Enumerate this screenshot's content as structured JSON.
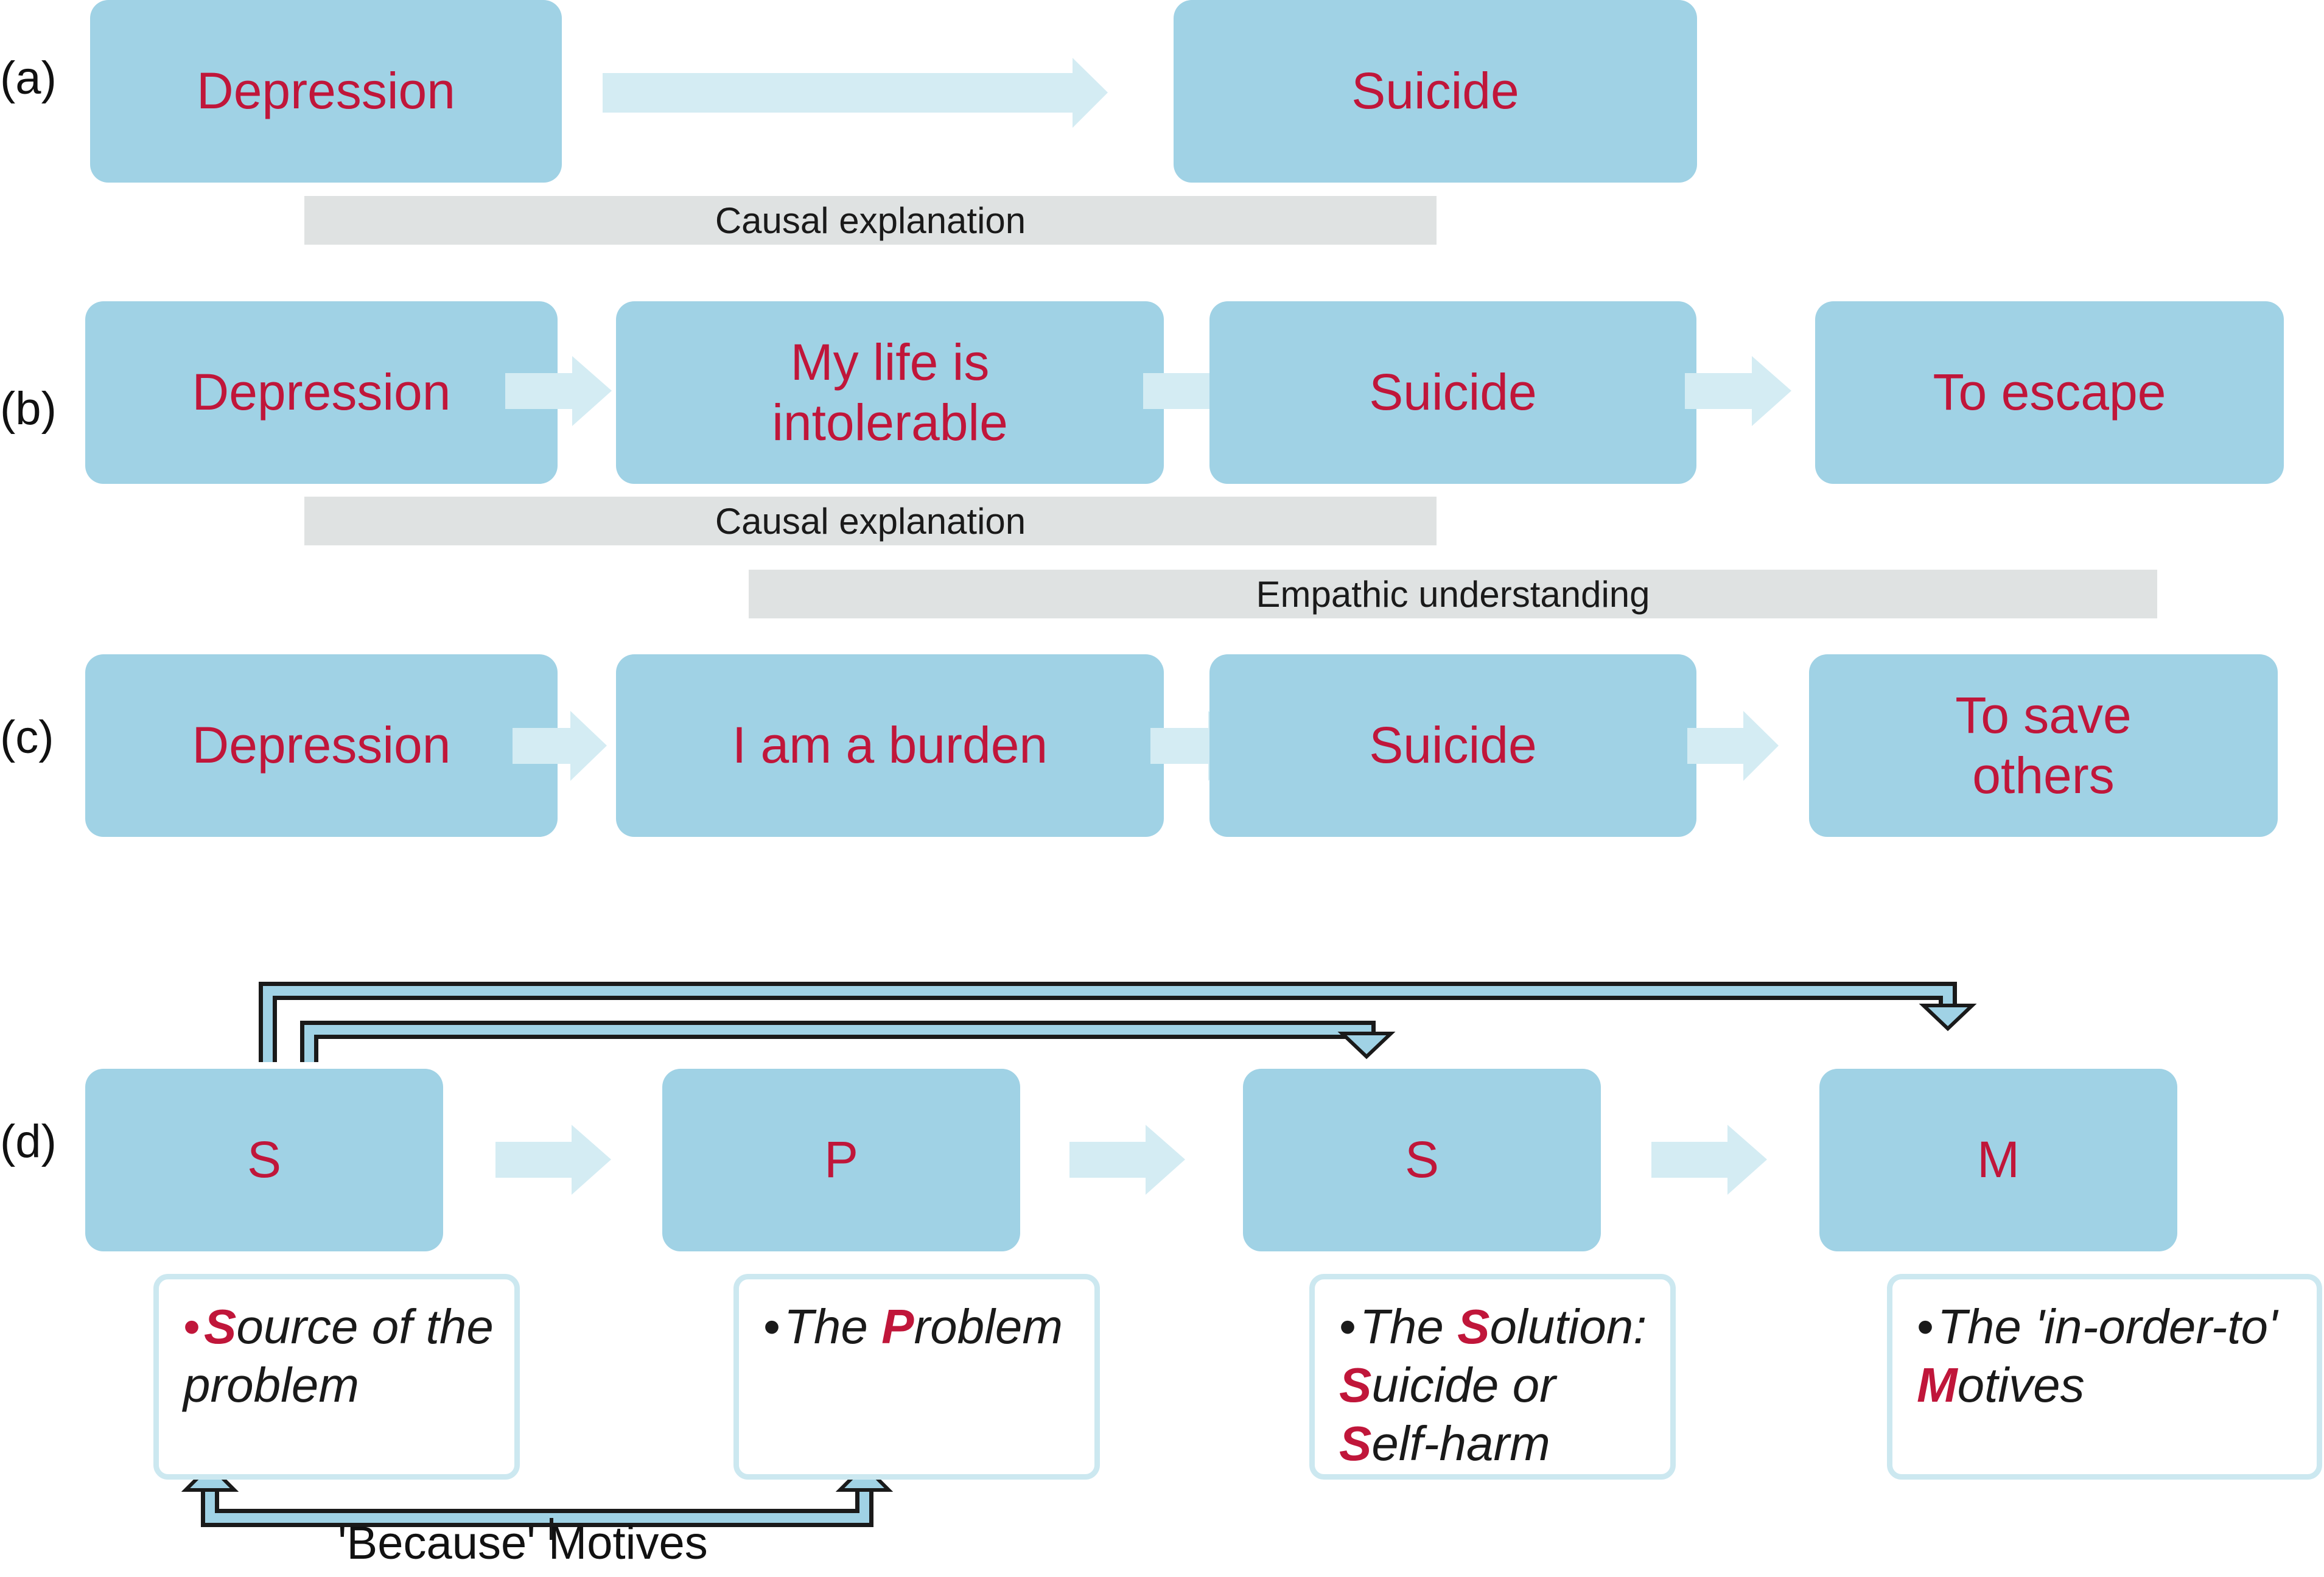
{
  "rows": {
    "a": {
      "label": "(a)",
      "box1": "Depression",
      "box2": "Suicide",
      "bar": "Causal explanation"
    },
    "b": {
      "label": "(b)",
      "box1": "Depression",
      "box2": "My life is intolerable",
      "box3": "Suicide",
      "box4": "To escape",
      "bar1": "Causal explanation",
      "bar2": "Empathic understanding"
    },
    "c": {
      "label": "(c)",
      "box1": "Depression",
      "box2": "I am a burden",
      "box3": "Suicide",
      "box4": "To save others"
    },
    "d": {
      "label": "(d)",
      "box1": "S",
      "box2": "P",
      "box3": "S",
      "box4": "M",
      "notes": {
        "source": {
          "pre": "",
          "letter": "S",
          "post": "ource of the problem"
        },
        "problem": {
          "pre": "The ",
          "letter": "P",
          "post": "roblem"
        },
        "solution": {
          "pre": "The ",
          "letter": "S",
          "mid1": "olution: ",
          "letter2": "S",
          "mid2": "uicide or ",
          "letter3": "S",
          "post": "elf-harm"
        },
        "motives": {
          "pre": "The 'in-order-to' ",
          "letter": "M",
          "post": "otives"
        }
      },
      "because_caption": "'Because' Motives"
    }
  },
  "colors": {
    "box_fill": "#a0d2e5",
    "box_text": "#c0163a",
    "arrow_fill": "#d4ecf3",
    "bar_fill": "#dfe2e2",
    "note_border": "#cce8f0"
  }
}
